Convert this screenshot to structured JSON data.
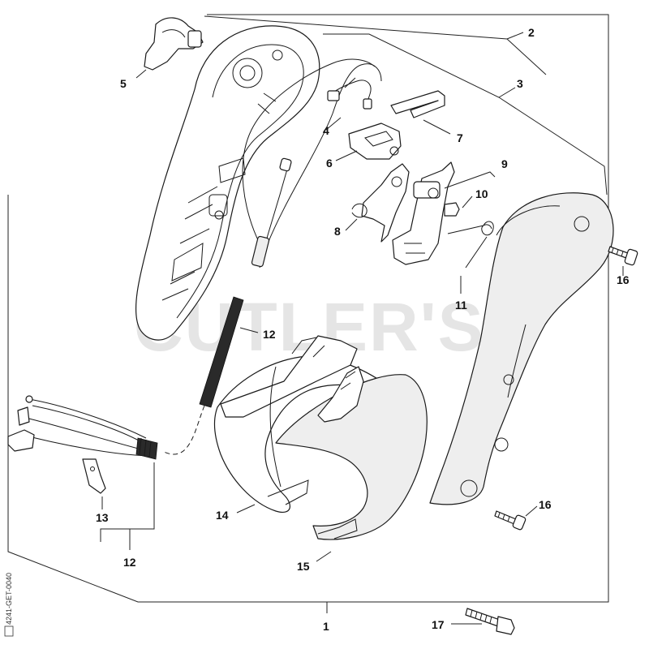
{
  "diagram": {
    "watermark": "CUTLER'S",
    "side_code": "4241-GET-0040",
    "labels": {
      "p1": "1",
      "p2": "2",
      "p3": "3",
      "p4": "4",
      "p5": "5",
      "p6": "6",
      "p7": "7",
      "p8": "8",
      "p9": "9",
      "p10": "10",
      "p11": "11",
      "p12a": "12",
      "p12b": "12",
      "p13": "13",
      "p14": "14",
      "p15": "15",
      "p16a": "16",
      "p16b": "16",
      "p17": "17"
    }
  }
}
